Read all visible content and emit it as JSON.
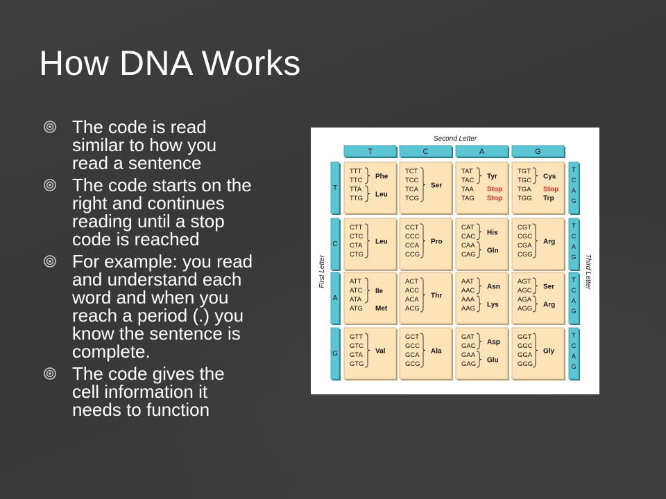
{
  "slide": {
    "title": "How DNA Works",
    "bullets": [
      {
        "lines": [
          "The code is read",
          "similar to how you",
          "read a sentence"
        ]
      },
      {
        "lines": [
          "The code starts on the",
          "right and continues",
          "reading until a stop",
          "code is reached"
        ]
      },
      {
        "lines": [
          "For example:  you read",
          "and understand each",
          "word and when you",
          "reach a period (.) you",
          "know the sentence is",
          "complete."
        ]
      },
      {
        "lines": [
          "The code gives the",
          "cell information it",
          "needs to function"
        ]
      }
    ],
    "bullet_icon": "circled-bullet-icon"
  },
  "codon_table": {
    "second_letter_label": "Second Letter",
    "first_letter_label": "First Letter",
    "third_letter_label": "Third Letter",
    "letters": [
      "T",
      "C",
      "A",
      "G"
    ],
    "colors": {
      "header": "#5bc5d4",
      "cell": "#fde3b8",
      "stop": "#d82b2b"
    },
    "cells": [
      [
        {
          "codons": [
            "TTT",
            "TTC",
            "TTA",
            "TTG"
          ],
          "groups": [
            {
              "label": "Phe",
              "rows": [
                0,
                1
              ]
            },
            {
              "label": "Leu",
              "rows": [
                2,
                3
              ]
            }
          ]
        },
        {
          "codons": [
            "TCT",
            "TCC",
            "TCA",
            "TCG"
          ],
          "groups": [
            {
              "label": "Ser",
              "rows": [
                0,
                3
              ]
            }
          ]
        },
        {
          "codons": [
            "TAT",
            "TAC",
            "TAA",
            "TAG"
          ],
          "groups": [
            {
              "label": "Tyr",
              "rows": [
                0,
                1
              ]
            },
            {
              "label": "Stop",
              "rows": [
                2
              ],
              "stop": true
            },
            {
              "label": "Stop",
              "rows": [
                3
              ],
              "stop": true
            }
          ]
        },
        {
          "codons": [
            "TGT",
            "TGC",
            "TGA",
            "TGG"
          ],
          "groups": [
            {
              "label": "Cys",
              "rows": [
                0,
                1
              ]
            },
            {
              "label": "Stop",
              "rows": [
                2
              ],
              "stop": true
            },
            {
              "label": "Trp",
              "rows": [
                3
              ]
            }
          ]
        }
      ],
      [
        {
          "codons": [
            "CTT",
            "CTC",
            "CTA",
            "CTG"
          ],
          "groups": [
            {
              "label": "Leu",
              "rows": [
                0,
                3
              ]
            }
          ]
        },
        {
          "codons": [
            "CCT",
            "CCC",
            "CCA",
            "CCG"
          ],
          "groups": [
            {
              "label": "Pro",
              "rows": [
                0,
                3
              ]
            }
          ]
        },
        {
          "codons": [
            "CAT",
            "CAC",
            "CAA",
            "CAG"
          ],
          "groups": [
            {
              "label": "His",
              "rows": [
                0,
                1
              ]
            },
            {
              "label": "Gln",
              "rows": [
                2,
                3
              ]
            }
          ]
        },
        {
          "codons": [
            "CGT",
            "CGC",
            "CGA",
            "CGG"
          ],
          "groups": [
            {
              "label": "Arg",
              "rows": [
                0,
                3
              ]
            }
          ]
        }
      ],
      [
        {
          "codons": [
            "ATT",
            "ATC",
            "ATA",
            "ATG"
          ],
          "groups": [
            {
              "label": "Ile",
              "rows": [
                0,
                2
              ]
            },
            {
              "label": "Met",
              "rows": [
                3
              ]
            }
          ]
        },
        {
          "codons": [
            "ACT",
            "ACC",
            "ACA",
            "ACG"
          ],
          "groups": [
            {
              "label": "Thr",
              "rows": [
                0,
                3
              ]
            }
          ]
        },
        {
          "codons": [
            "AAT",
            "AAC",
            "AAA",
            "AAG"
          ],
          "groups": [
            {
              "label": "Asn",
              "rows": [
                0,
                1
              ]
            },
            {
              "label": "Lys",
              "rows": [
                2,
                3
              ]
            }
          ]
        },
        {
          "codons": [
            "AGT",
            "AGC",
            "AGA",
            "AGG"
          ],
          "groups": [
            {
              "label": "Ser",
              "rows": [
                0,
                1
              ]
            },
            {
              "label": "Arg",
              "rows": [
                2,
                3
              ]
            }
          ]
        }
      ],
      [
        {
          "codons": [
            "GTT",
            "GTC",
            "GTA",
            "GTG"
          ],
          "groups": [
            {
              "label": "Val",
              "rows": [
                0,
                3
              ]
            }
          ]
        },
        {
          "codons": [
            "GCT",
            "GCC",
            "GCA",
            "GCG"
          ],
          "groups": [
            {
              "label": "Ala",
              "rows": [
                0,
                3
              ]
            }
          ]
        },
        {
          "codons": [
            "GAT",
            "GAC",
            "GAA",
            "GAG"
          ],
          "groups": [
            {
              "label": "Asp",
              "rows": [
                0,
                1
              ]
            },
            {
              "label": "Glu",
              "rows": [
                2,
                3
              ]
            }
          ]
        },
        {
          "codons": [
            "GGT",
            "GGC",
            "GGA",
            "GGG"
          ],
          "groups": [
            {
              "label": "Gly",
              "rows": [
                0,
                3
              ]
            }
          ]
        }
      ]
    ]
  }
}
